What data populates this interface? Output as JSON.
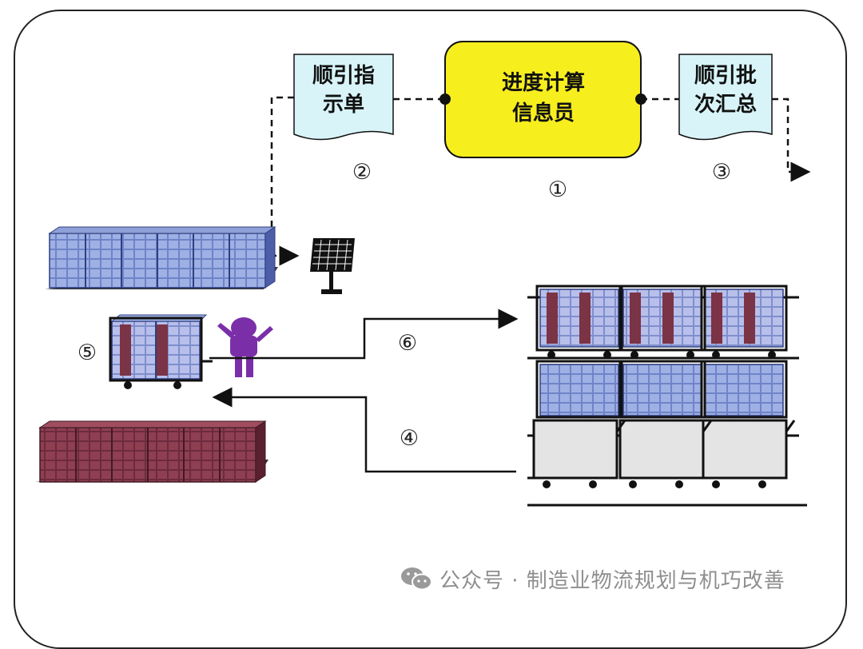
{
  "info_box": {
    "line1": "进度计算",
    "line2": "信息员",
    "fill": "#f7ee1e"
  },
  "doc_sequence_instruction": {
    "line1": "顺引指",
    "line2": "示单"
  },
  "doc_sequence_batch": {
    "line1": "顺引批",
    "line2": "次汇总"
  },
  "step_labels": [
    "①",
    "②",
    "③",
    "④",
    "⑤",
    "⑥"
  ],
  "colors": {
    "doc_fill": "#d8f4f8",
    "box_blue": "#6f84c8",
    "box_red": "#7b3346",
    "figure_purple": "#7a2fa8",
    "cart_gray": "#e4e4e4"
  },
  "watermark": {
    "text": "公众号 · 制造业物流规划与机巧改善",
    "icon": "wechat-icon"
  }
}
